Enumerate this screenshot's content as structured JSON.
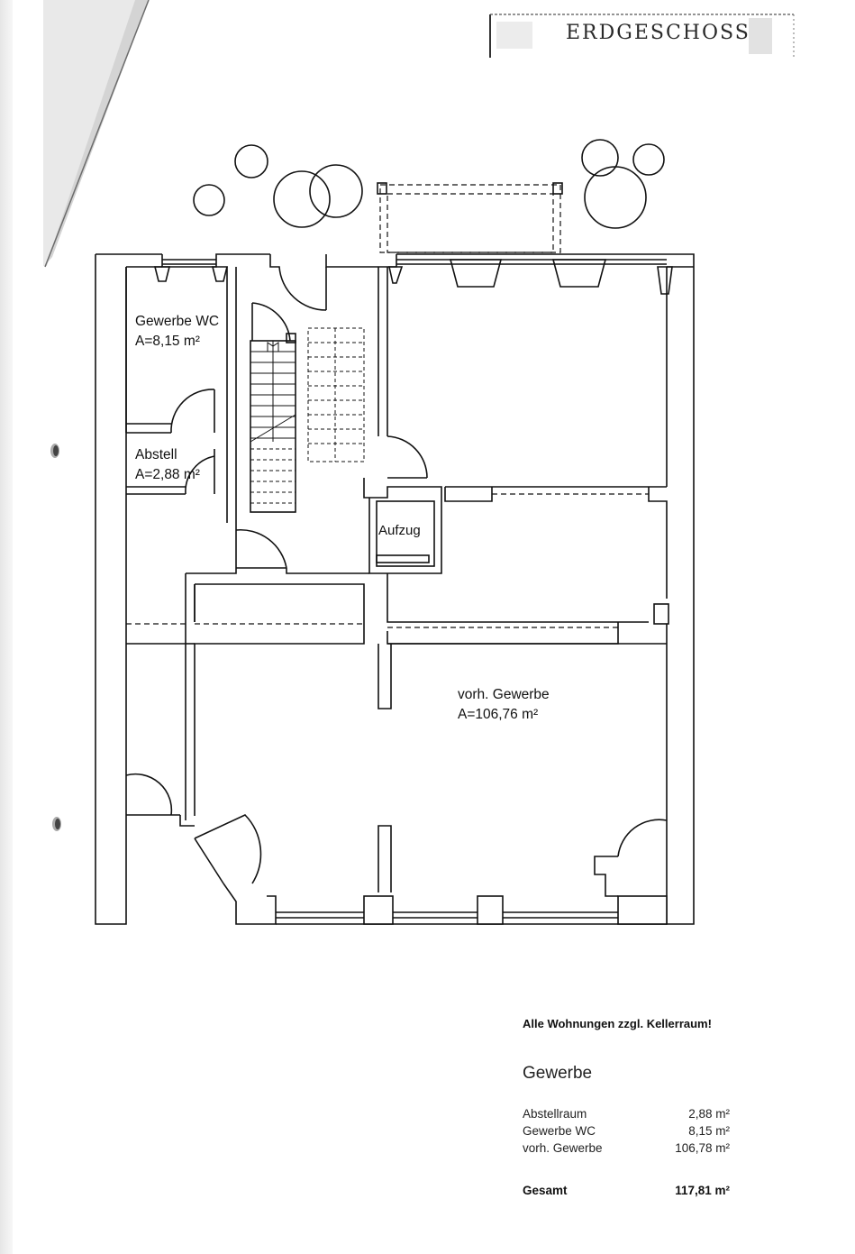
{
  "stamp": {
    "title": "ERDGESCHOSS"
  },
  "plan": {
    "rooms": [
      {
        "name": "Gewerbe WC",
        "area": "A=8,15 m²"
      },
      {
        "name": "Abstell",
        "area": "A=2,88 m²"
      },
      {
        "name": "vorh. Gewerbe",
        "area": "A=106,76 m²"
      }
    ],
    "elevator": "Aufzug"
  },
  "note": "Alle Wohnungen zzgl. Kellerraum!",
  "summary": {
    "title": "Gewerbe",
    "rows": [
      {
        "label": "Abstellraum",
        "value": "2,88 m²"
      },
      {
        "label": "Gewerbe WC",
        "value": "8,15 m²"
      },
      {
        "label": "vorh. Gewerbe",
        "value": "106,78 m²"
      }
    ],
    "total": {
      "label": "Gesamt",
      "value": "117,81 m²"
    }
  }
}
